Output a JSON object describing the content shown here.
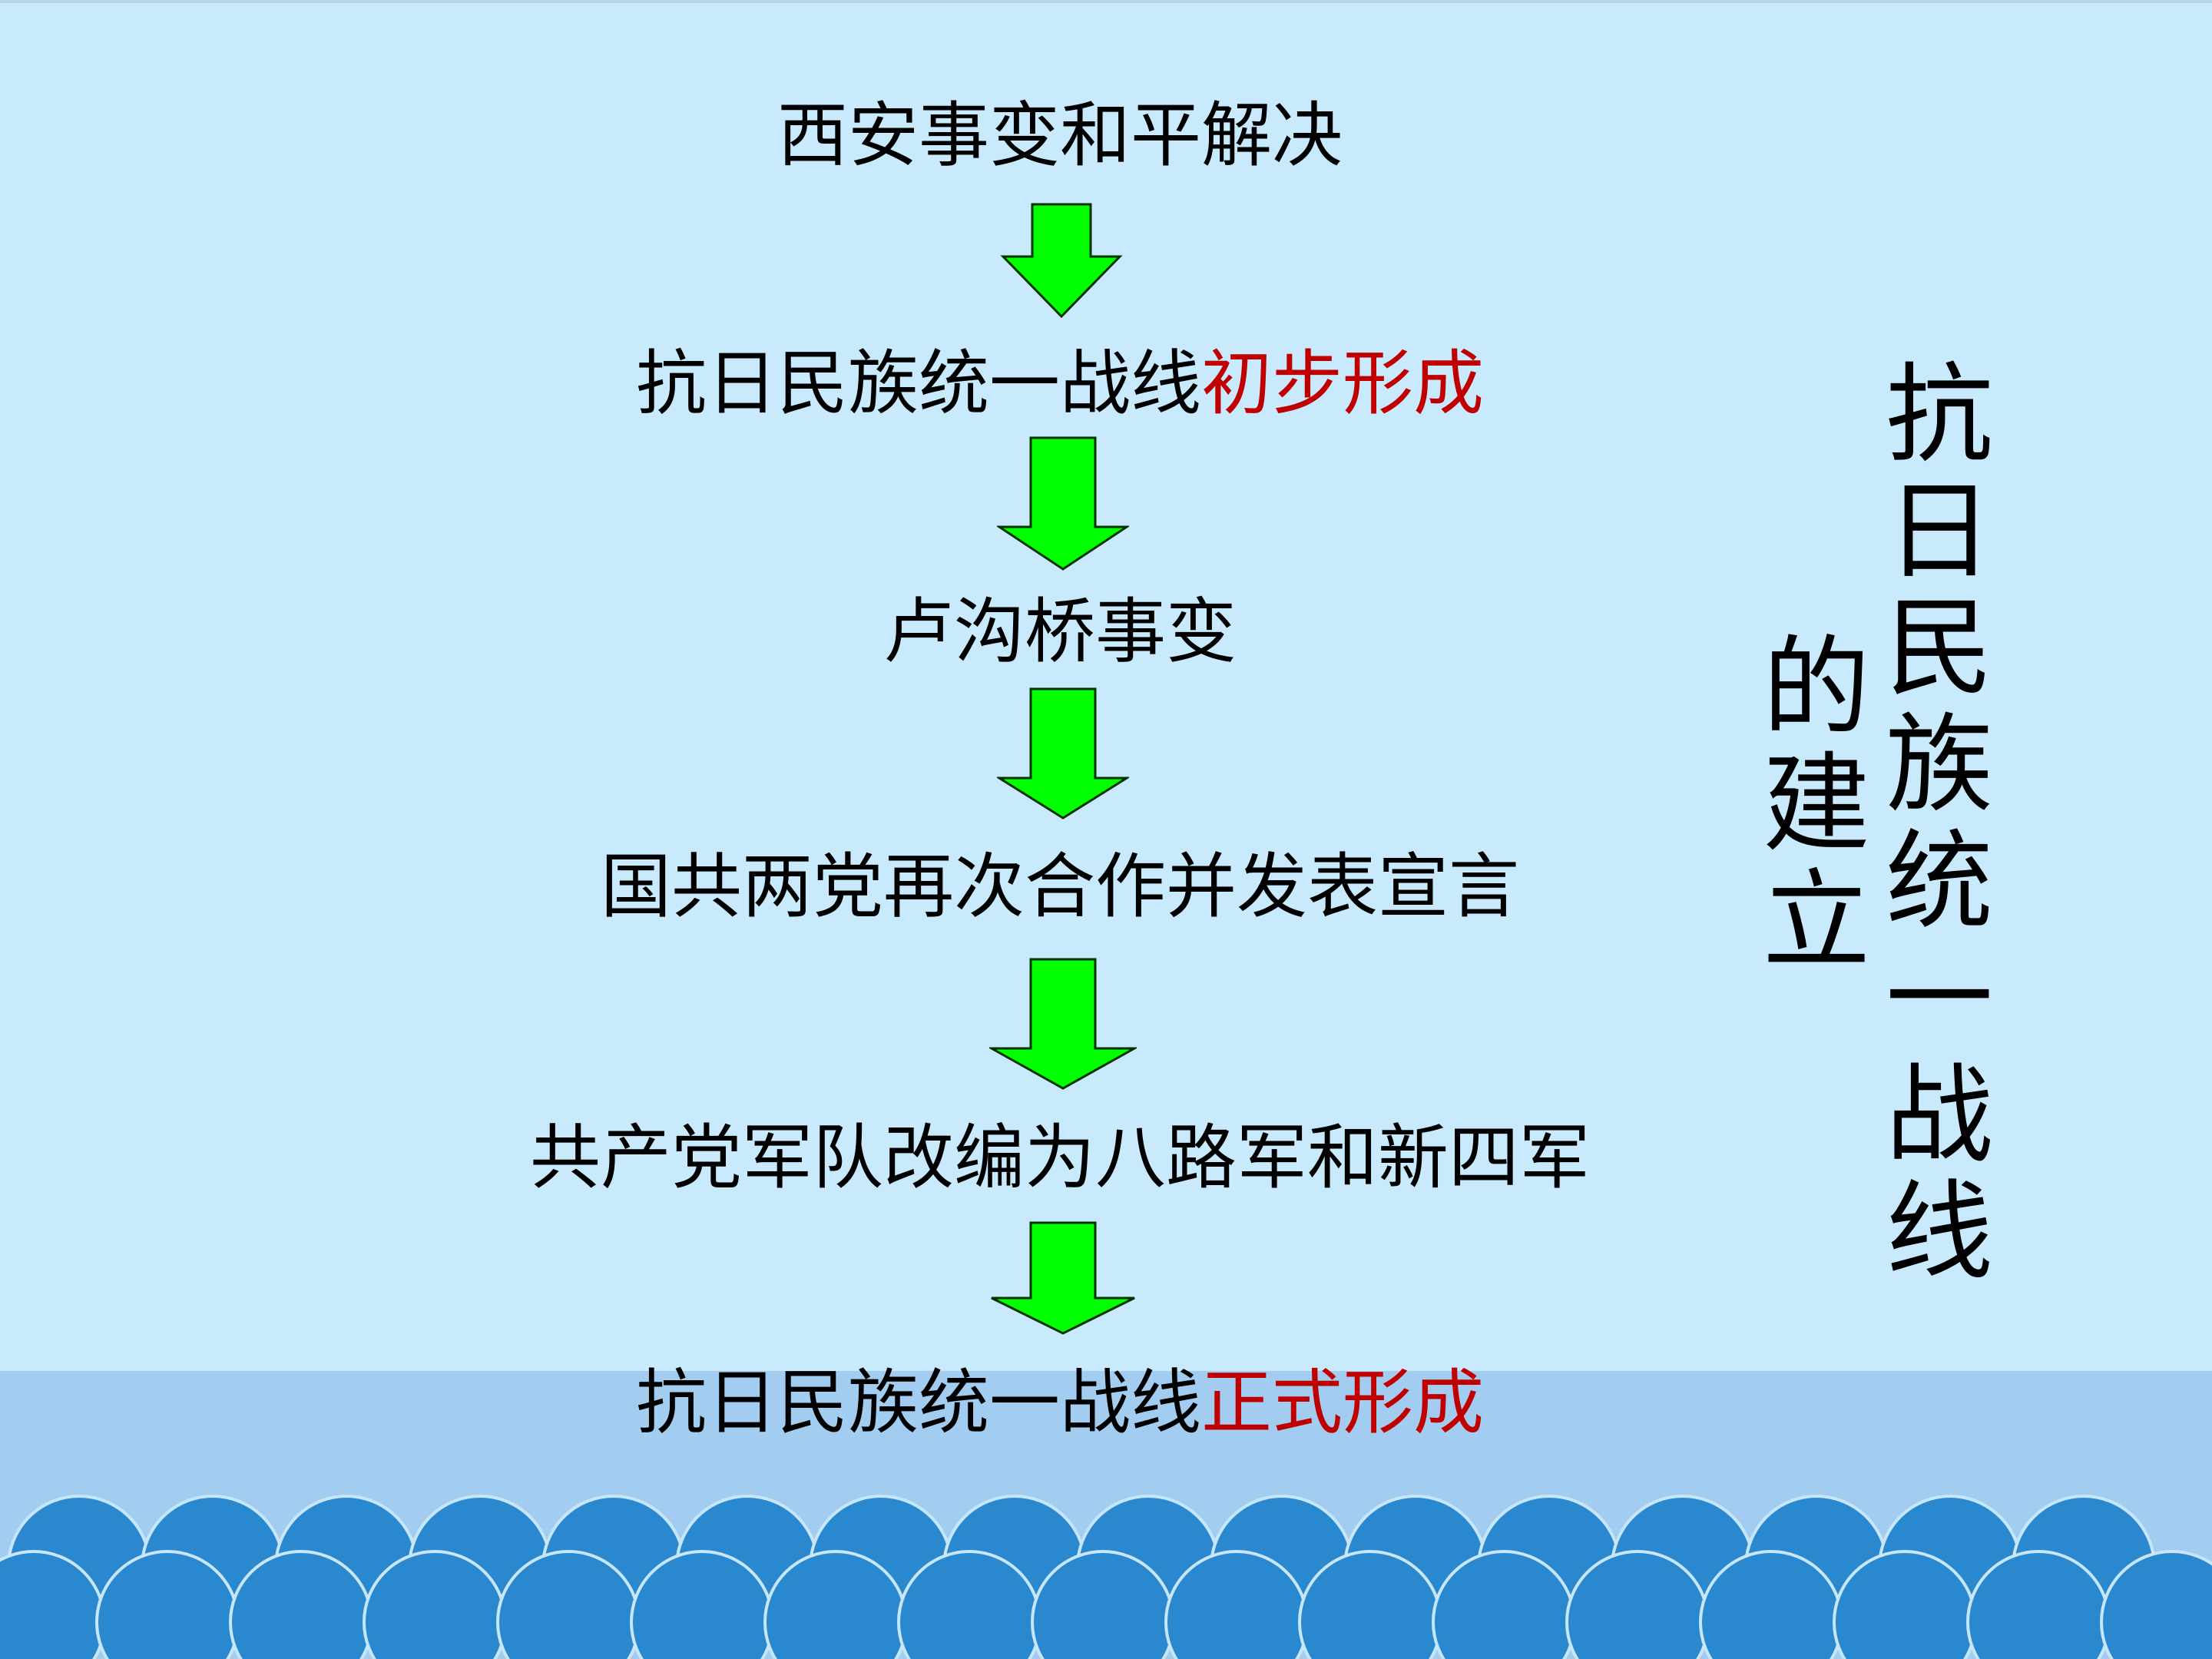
{
  "colors": {
    "text": "#000000",
    "highlight": "#c00000",
    "arrow": "#00ff00",
    "arrow_outline": "#003300",
    "wave": "#2a88cf"
  },
  "title": {
    "line1": "抗日民族统一战线",
    "line2": "的建立"
  },
  "steps": [
    {
      "text": "西安事变和平解决",
      "highlight": ""
    },
    {
      "text": "抗日民族统一战线",
      "highlight": "初步形成"
    },
    {
      "text": "卢沟桥事变",
      "highlight": ""
    },
    {
      "text": "国共两党再次合作并发表宣言",
      "highlight": ""
    },
    {
      "text": "共产党军队改编为八路军和新四军",
      "highlight": ""
    },
    {
      "text": "抗日民族统一战线",
      "highlight": "正式形成"
    }
  ],
  "arrows": [
    {
      "icon": "down-arrow-icon"
    },
    {
      "icon": "down-arrow-icon"
    },
    {
      "icon": "down-arrow-icon"
    },
    {
      "icon": "down-arrow-icon"
    },
    {
      "icon": "down-arrow-icon"
    }
  ]
}
